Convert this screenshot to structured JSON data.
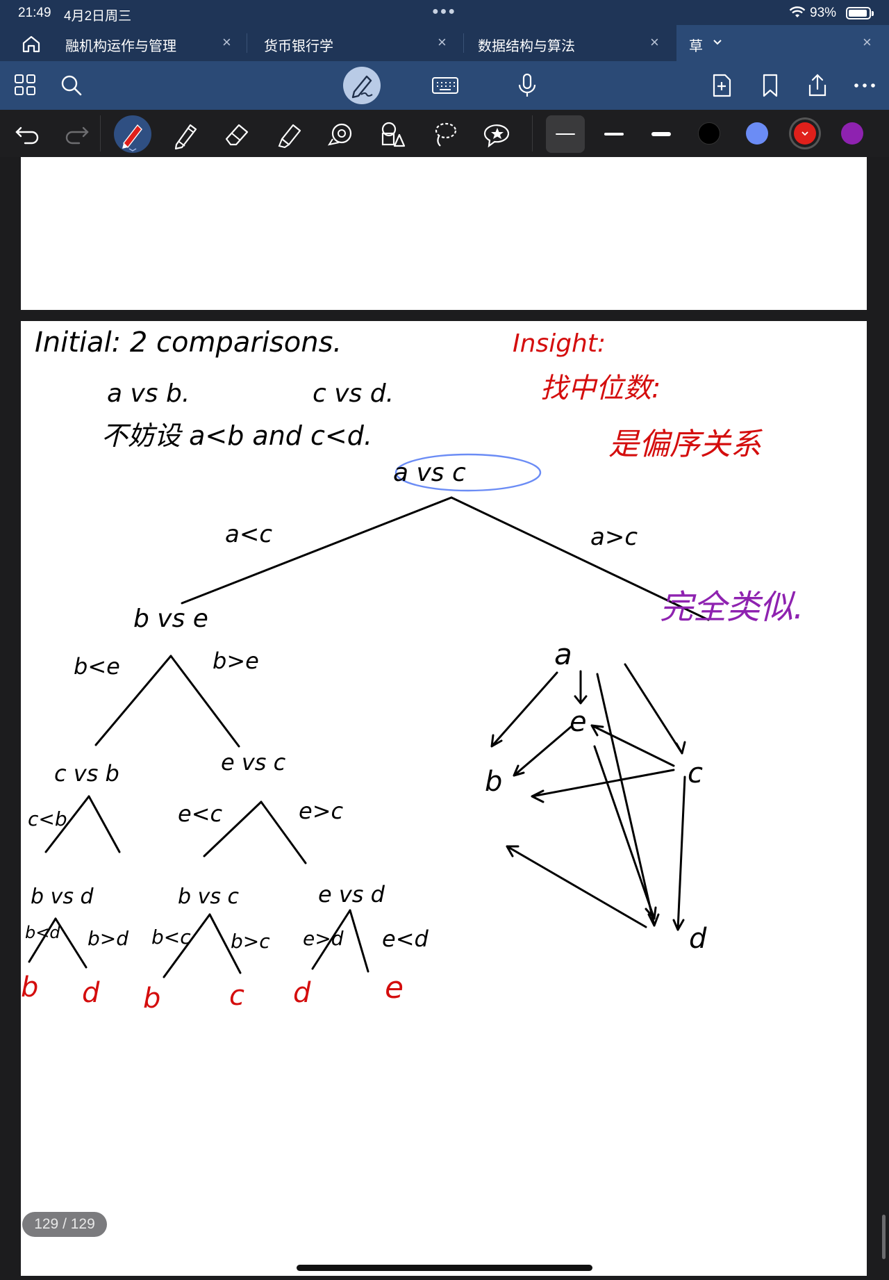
{
  "status": {
    "time": "21:49",
    "date": "4月2日周三",
    "battery": "93%"
  },
  "tabs": [
    {
      "label": "融机构运作与管理"
    },
    {
      "label": "货币银行学"
    },
    {
      "label": "数据结构与算法"
    },
    {
      "label": "草"
    }
  ],
  "toolbar": {
    "icons": [
      "grid-icon",
      "search-icon",
      "pen-mode-icon",
      "keyboard-icon",
      "microphone-icon",
      "add-page-icon",
      "bookmark-icon",
      "share-icon",
      "more-icon"
    ]
  },
  "tools": {
    "icons": [
      "undo-icon",
      "redo-icon",
      "pen-icon",
      "pencil-icon",
      "eraser-icon",
      "highlighter-icon",
      "tape-icon",
      "shapes-icon",
      "lasso-icon",
      "sticker-icon"
    ],
    "colors": {
      "black": "#000000",
      "blue": "#6b8cf5",
      "red": "#e0201b",
      "purple": "#8e22b0"
    }
  },
  "notes": {
    "line1": "Initial: 2 comparisons.",
    "line2a": "a vs b.",
    "line2b": "c vs d.",
    "line3": "不妨设 a<b and c<d.",
    "root": "a vs c",
    "left_edge": "a<c",
    "right_edge": "a>c",
    "insight_title": "Insight:",
    "insight_line1": "找中位数:",
    "insight_line2": "是偏序关系",
    "similar": "完全类似.",
    "n_bve": "b vs e",
    "e_bce": "b<e",
    "e_bge": "b>e",
    "n_cvb": "c vs b",
    "n_evc": "e vs c",
    "e_ccb": "c<b",
    "e_ecc": "e<c",
    "e_egc": "e>c",
    "n_bvd": "b vs d",
    "n_bvc": "b vs c",
    "n_evd": "e vs d",
    "e_bcd": "b<d",
    "e_bgd": "b>d",
    "e_bcc": "b<c",
    "e_bgc": "b>c",
    "e_egd": "e>d",
    "e_ecd": "e<d",
    "leaves": [
      "b",
      "d",
      "b",
      "c",
      "d",
      "e"
    ],
    "graph_nodes": {
      "a": "a",
      "e": "e",
      "b": "b",
      "c": "c",
      "d": "d"
    }
  },
  "page_counter": "129 / 129"
}
